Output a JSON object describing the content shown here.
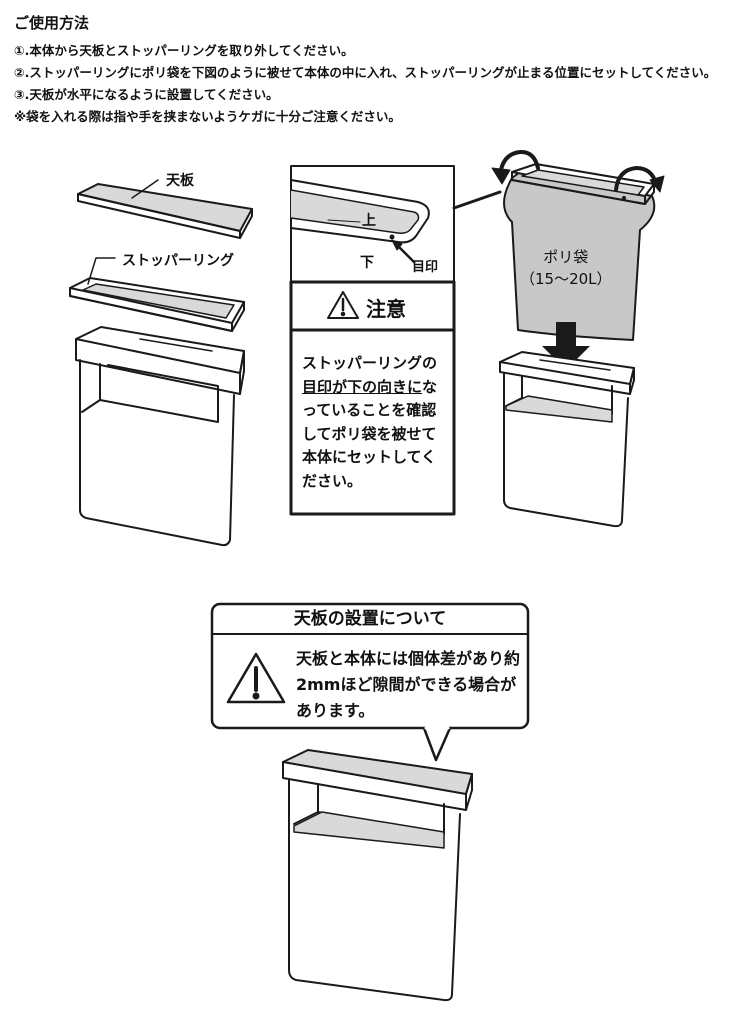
{
  "instructions": {
    "heading": "ご使用方法",
    "steps": [
      "①.本体から天板とストッパーリングを取り外してください。",
      "②.ストッパーリングにポリ袋を下図のように被せて本体の中に入れ、ストッパーリングが止まる位置にセットしてください。",
      "③.天板が水平になるように設置してください。",
      "※袋を入れる際は指や手を挟まないようケガに十分ご注意ください。"
    ]
  },
  "diagram": {
    "top_plate_label": "天板",
    "stopper_ring_label": "ストッパーリング",
    "detail_top": "上",
    "detail_bottom": "下",
    "detail_mark": "目印",
    "bag_name": "ポリ袋",
    "bag_size": "（15～20L）"
  },
  "caution": {
    "title": "注意",
    "body_pre": "ストッパーリングの",
    "body_underlined": "目印が下の向きに",
    "body_post": "なっていることを確認してポリ袋を被せて本体にセットしてください。"
  },
  "notice": {
    "title": "天板の設置について",
    "body": "天板と本体には個体差があり約2mmほど隙間ができる場合があります。"
  },
  "colors": {
    "line": "#1a1a1a",
    "fill_gray": "#d9d9d9",
    "bag_gray": "#c8c8c8"
  }
}
